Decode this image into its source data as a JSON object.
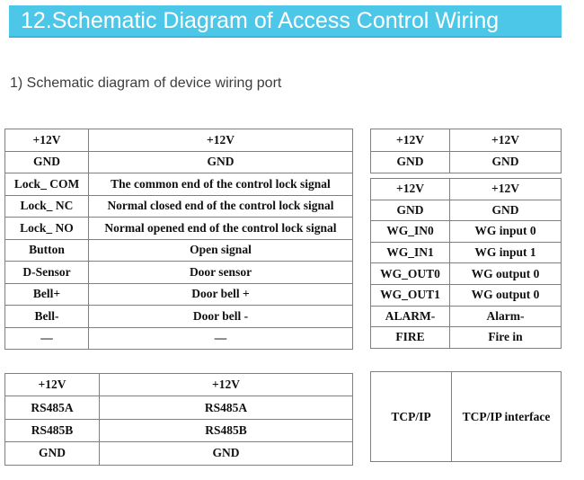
{
  "header": {
    "title": "12.Schematic Diagram of Access Control Wiring"
  },
  "body": {
    "subtitle": "1)  Schematic diagram of device wiring port"
  },
  "colors": {
    "banner_bg": "#4dc7e8",
    "banner_text": "#ffffff",
    "table_border": "#7f7f7f",
    "table_text": "#111111",
    "subtitle_text": "#3d3d3d"
  },
  "tables": {
    "device_port": {
      "rows": [
        [
          "+12V",
          "+12V"
        ],
        [
          "GND",
          "GND"
        ],
        [
          "Lock_ COM",
          "The common end of the control lock signal"
        ],
        [
          "Lock_ NC",
          "Normal closed end of the control lock signal"
        ],
        [
          "Lock_ NO",
          "Normal opened end of the control lock signal"
        ],
        [
          "Button",
          "Open signal"
        ],
        [
          "D-Sensor",
          "Door sensor"
        ],
        [
          "Bell+",
          "Door bell +"
        ],
        [
          "Bell-",
          "Door bell -"
        ],
        [
          "—",
          "—"
        ]
      ]
    },
    "power": {
      "rows": [
        [
          "+12V",
          "+12V"
        ],
        [
          "GND",
          "GND"
        ]
      ]
    },
    "wiegand": {
      "rows": [
        [
          "+12V",
          "+12V"
        ],
        [
          "GND",
          "GND"
        ],
        [
          "WG_IN0",
          "WG input 0"
        ],
        [
          "WG_IN1",
          "WG input 1"
        ],
        [
          "WG_OUT0",
          "WG output 0"
        ],
        [
          "WG_OUT1",
          "WG output 0"
        ],
        [
          "ALARM-",
          "Alarm-"
        ],
        [
          "FIRE",
          "Fire in"
        ]
      ]
    },
    "rs485": {
      "rows": [
        [
          "+12V",
          "+12V"
        ],
        [
          "RS485A",
          "RS485A"
        ],
        [
          "RS485B",
          "RS485B"
        ],
        [
          "GND",
          "GND"
        ]
      ]
    },
    "tcpip": {
      "rows": [
        [
          "TCP/IP",
          "TCP/IP interface"
        ]
      ]
    }
  }
}
